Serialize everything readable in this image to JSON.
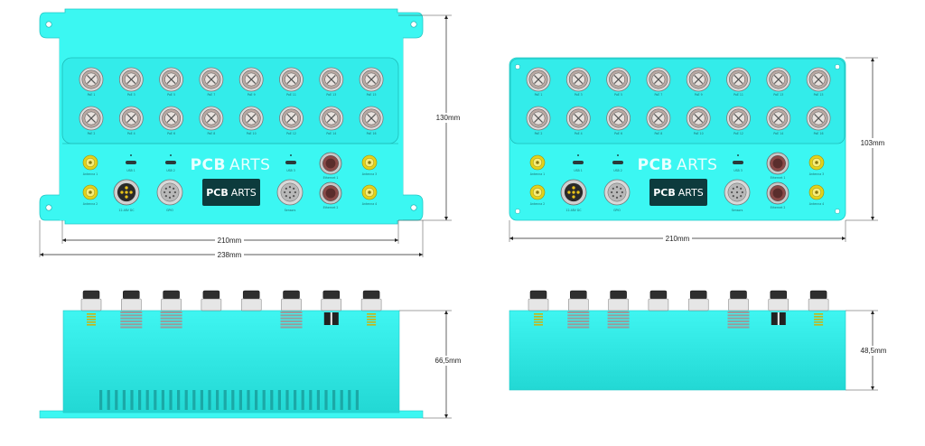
{
  "brand": {
    "logo_bold": "PCB",
    "logo_light": "ARTS",
    "accent_color": "#3bf7f2",
    "panel_color": "#2ee0dd",
    "badge_color": "#0d3b3d"
  },
  "dimensions": {
    "large_width_inner": "210mm",
    "large_width_outer": "238mm",
    "large_height": "130mm",
    "large_side_height": "66,5mm",
    "small_width": "210mm",
    "small_height": "103mm",
    "small_side_height": "48,5mm"
  },
  "port_labels": {
    "row1": [
      "PoE 1",
      "PoE 3",
      "PoE 5",
      "PoE 7",
      "PoE 9",
      "PoE 11",
      "PoE 13",
      "PoE 15"
    ],
    "row2": [
      "PoE 2",
      "PoE 4",
      "PoE 6",
      "PoE 8",
      "PoE 10",
      "PoE 12",
      "PoE 14",
      "PoE 16"
    ],
    "usb": [
      "USB 1",
      "USB 2",
      "USB 3"
    ],
    "bottom": [
      "Antenna 1",
      "Antenna 2",
      "12-48V DC",
      "GPIO",
      "Sensors",
      "Ethernet 1",
      "Ethernet 2",
      "Antenna 3",
      "Antenna 4"
    ]
  },
  "icons": [
    "m12-connector-icon",
    "sma-connector-icon",
    "usb-c-port-icon",
    "mounting-hole-icon",
    "power-connector-icon"
  ]
}
